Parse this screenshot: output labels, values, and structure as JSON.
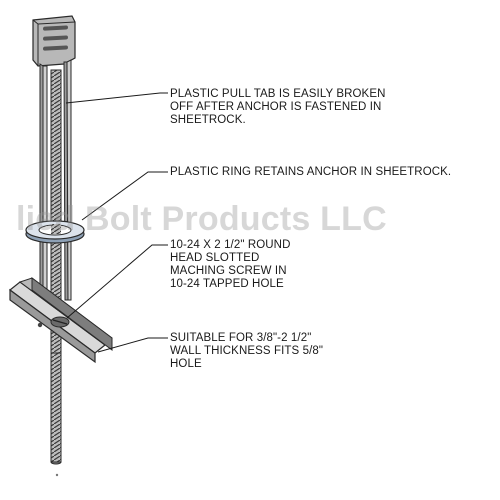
{
  "callouts": {
    "pull_tab": {
      "lines": [
        "PLASTIC PULL TAB IS EASILY BROKEN",
        "OFF AFTER ANCHOR IS FASTENED IN",
        "SHEETROCK."
      ]
    },
    "ring": {
      "lines": [
        "PLASTIC RING RETAINS ANCHOR IN SHEETROCK."
      ]
    },
    "screw": {
      "lines": [
        "10-24 X 2 1/2\" ROUND",
        "HEAD SLOTTED",
        "MACHING SCREW IN",
        "10-24 TAPPED HOLE"
      ]
    },
    "wall": {
      "lines": [
        "SUITABLE FOR 3/8\"-2 1/2\"",
        "WALL THICKNESS FITS 5/8\"",
        "HOLE"
      ]
    }
  },
  "watermark": "lied Bolt Products LLC",
  "colors": {
    "metal": "#c9c9c9",
    "metal_dark": "#6e6e6e",
    "plastic_tab": "#b4b4b4",
    "ring": "#d6dde6",
    "outline": "#2a2a2a",
    "text": "#1a1a1a"
  }
}
